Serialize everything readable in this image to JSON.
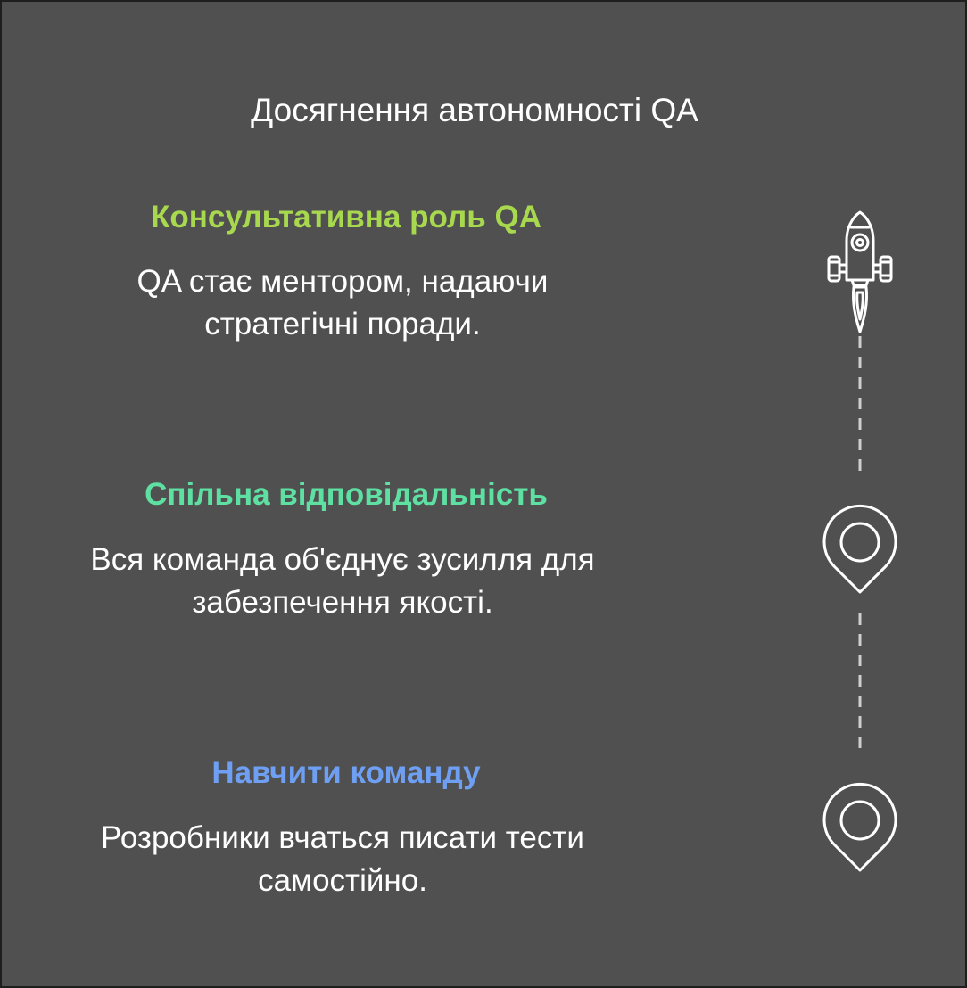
{
  "title": "Досягнення автономності QA",
  "steps": [
    {
      "heading": "Консультативна роль QA",
      "color": "#a8d84e",
      "description": [
        "QA стає ментором, надаючи",
        "стратегічні поради."
      ],
      "icon": "rocket-icon"
    },
    {
      "heading": "Спільна відповідальність",
      "color": "#5fe0a3",
      "description": [
        "Вся команда об'єднує зусилля для",
        "забезпечення якості."
      ],
      "icon": "location-pin-icon"
    },
    {
      "heading": "Навчити команду",
      "color": "#6e9ff3",
      "description": [
        "Розробники вчаться писати тести",
        "самостійно."
      ],
      "icon": "location-pin-icon"
    }
  ],
  "colors": {
    "background": "#505050",
    "text": "#ffffff",
    "icon_stroke": "#ffffff",
    "connector": "#cfcfcf"
  }
}
